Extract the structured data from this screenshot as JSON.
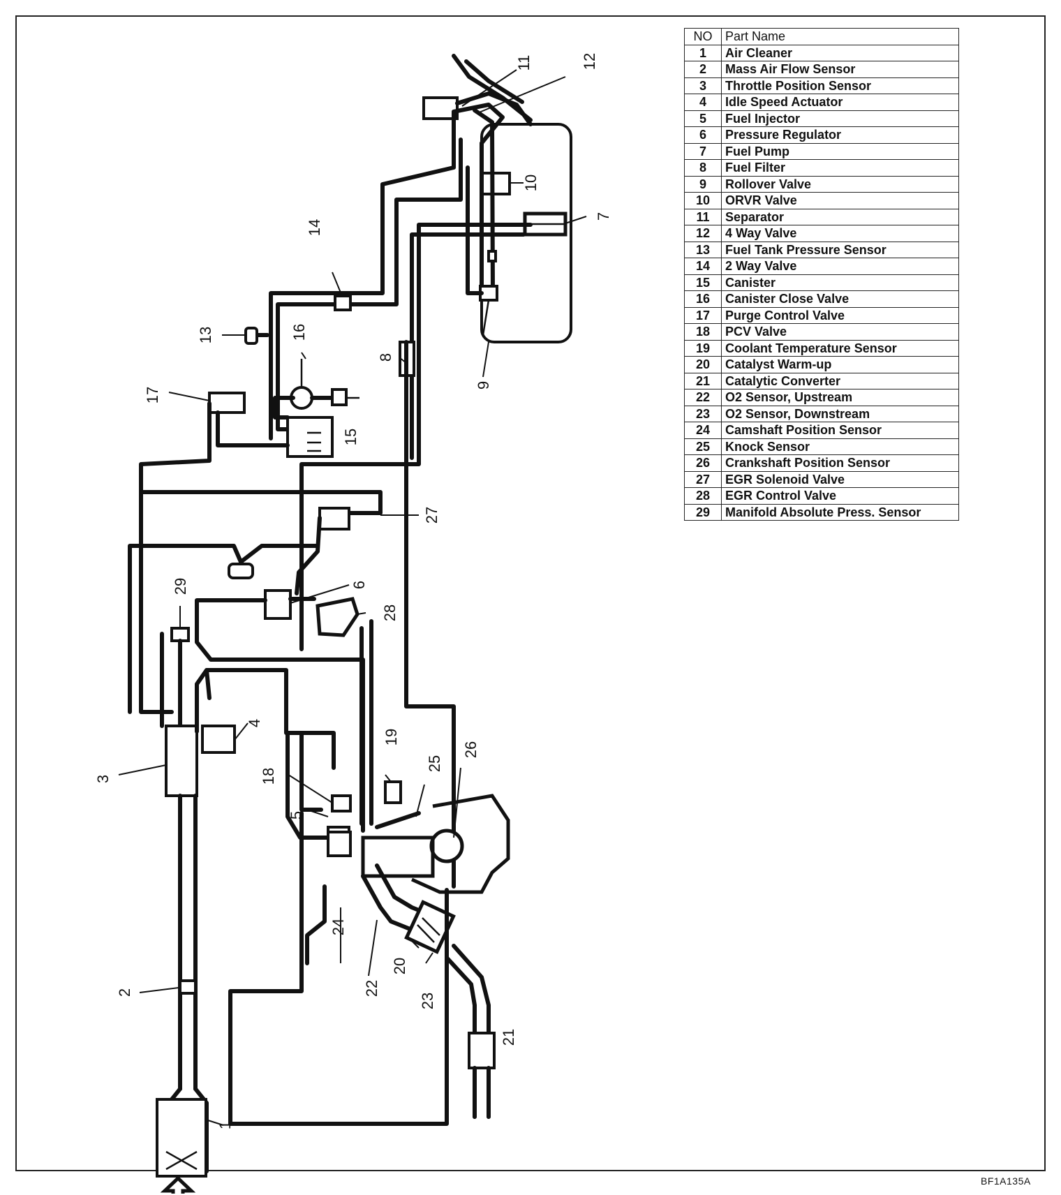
{
  "table": {
    "headers": [
      "NO",
      "Part Name"
    ],
    "rows": [
      {
        "no": "1",
        "name": "Air Cleaner"
      },
      {
        "no": "2",
        "name": "Mass Air Flow Sensor"
      },
      {
        "no": "3",
        "name": "Throttle Position Sensor"
      },
      {
        "no": "4",
        "name": "Idle Speed Actuator"
      },
      {
        "no": "5",
        "name": "Fuel Injector"
      },
      {
        "no": "6",
        "name": "Pressure Regulator"
      },
      {
        "no": "7",
        "name": "Fuel Pump"
      },
      {
        "no": "8",
        "name": "Fuel Filter"
      },
      {
        "no": "9",
        "name": "Rollover Valve"
      },
      {
        "no": "10",
        "name": "ORVR Valve"
      },
      {
        "no": "11",
        "name": "Separator"
      },
      {
        "no": "12",
        "name": "4 Way Valve"
      },
      {
        "no": "13",
        "name": "Fuel Tank Pressure Sensor"
      },
      {
        "no": "14",
        "name": "2 Way Valve"
      },
      {
        "no": "15",
        "name": "Canister"
      },
      {
        "no": "16",
        "name": "Canister Close Valve"
      },
      {
        "no": "17",
        "name": "Purge Control Valve"
      },
      {
        "no": "18",
        "name": "PCV Valve"
      },
      {
        "no": "19",
        "name": "Coolant Temperature Sensor"
      },
      {
        "no": "20",
        "name": "Catalyst Warm-up"
      },
      {
        "no": "21",
        "name": "Catalytic Converter"
      },
      {
        "no": "22",
        "name": "O2 Sensor, Upstream"
      },
      {
        "no": "23",
        "name": "O2 Sensor, Downstream"
      },
      {
        "no": "24",
        "name": "Camshaft Position Sensor"
      },
      {
        "no": "25",
        "name": "Knock Sensor"
      },
      {
        "no": "26",
        "name": "Crankshaft Position Sensor"
      },
      {
        "no": "27",
        "name": "EGR Solenoid Valve"
      },
      {
        "no": "28",
        "name": "EGR Control Valve"
      },
      {
        "no": "29",
        "name": "Manifold Absolute Press.  Sensor"
      }
    ]
  },
  "callouts": [
    "1",
    "2",
    "3",
    "4",
    "5",
    "6",
    "7",
    "8",
    "9",
    "10",
    "11",
    "12",
    "13",
    "14",
    "15",
    "16",
    "17",
    "18",
    "19",
    "20",
    "21",
    "22",
    "23",
    "24",
    "25",
    "26",
    "27",
    "28",
    "29"
  ],
  "figure_code": "BF1A135A"
}
